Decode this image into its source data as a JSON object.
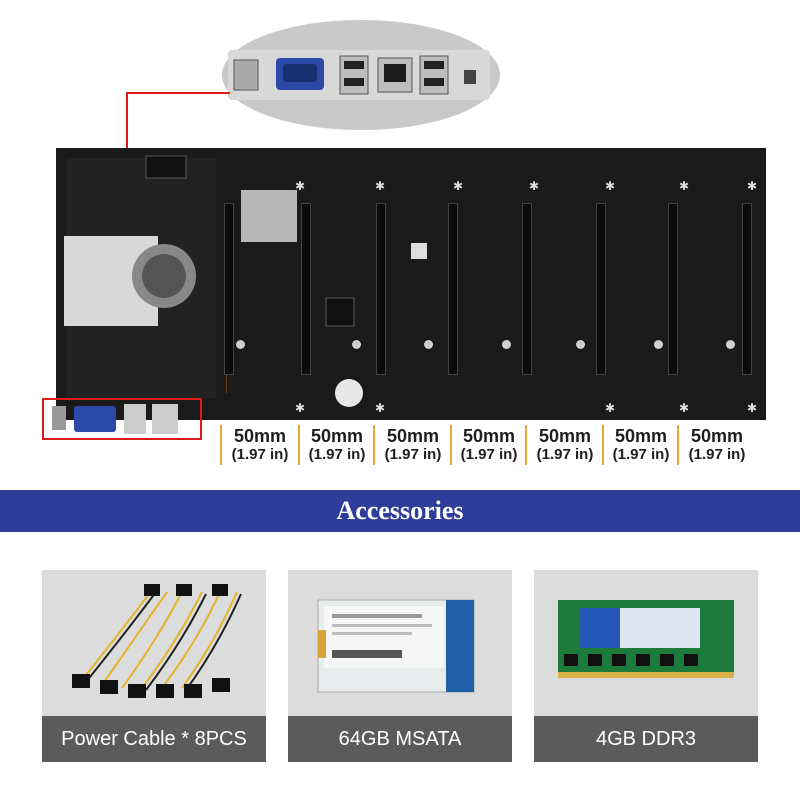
{
  "header_section": {
    "measurements": [
      {
        "mm": "50mm",
        "in": "(1.97 in)"
      },
      {
        "mm": "50mm",
        "in": "(1.97 in)"
      },
      {
        "mm": "50mm",
        "in": "(1.97 in)"
      },
      {
        "mm": "50mm",
        "in": "(1.97 in)"
      },
      {
        "mm": "50mm",
        "in": "(1.97 in)"
      },
      {
        "mm": "50mm",
        "in": "(1.97 in)"
      },
      {
        "mm": "50mm",
        "in": "(1.97 in)"
      }
    ]
  },
  "banner": {
    "title": "Accessories"
  },
  "accessories": [
    {
      "label": "Power Cable * 8PCS"
    },
    {
      "label": "64GB MSATA"
    },
    {
      "label": "4GB DDR3"
    }
  ],
  "colors": {
    "banner_bg": "#2f3d9a",
    "highlight_red": "#e01a1a",
    "label_bg": "#5b5b5b"
  }
}
